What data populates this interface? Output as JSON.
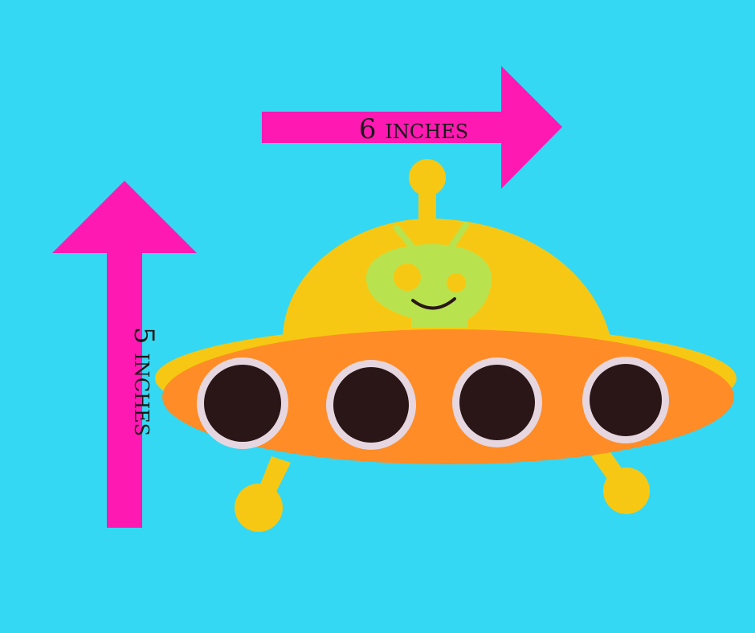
{
  "colors": {
    "background": "#35d8f2",
    "arrow": "#ff19b3",
    "dome": "#f7c813",
    "saucer": "#ff8c26",
    "legs": "#f7c813",
    "alien": "#b9e34e",
    "window_ring": "#e6d6df",
    "window_glass": "#2a1616",
    "label_text": "#1a1a1a"
  },
  "labels": {
    "width": "6 inches",
    "height": "5 inches"
  },
  "ufo": {
    "window_count": 4,
    "alien": "smiling-alien-face"
  }
}
